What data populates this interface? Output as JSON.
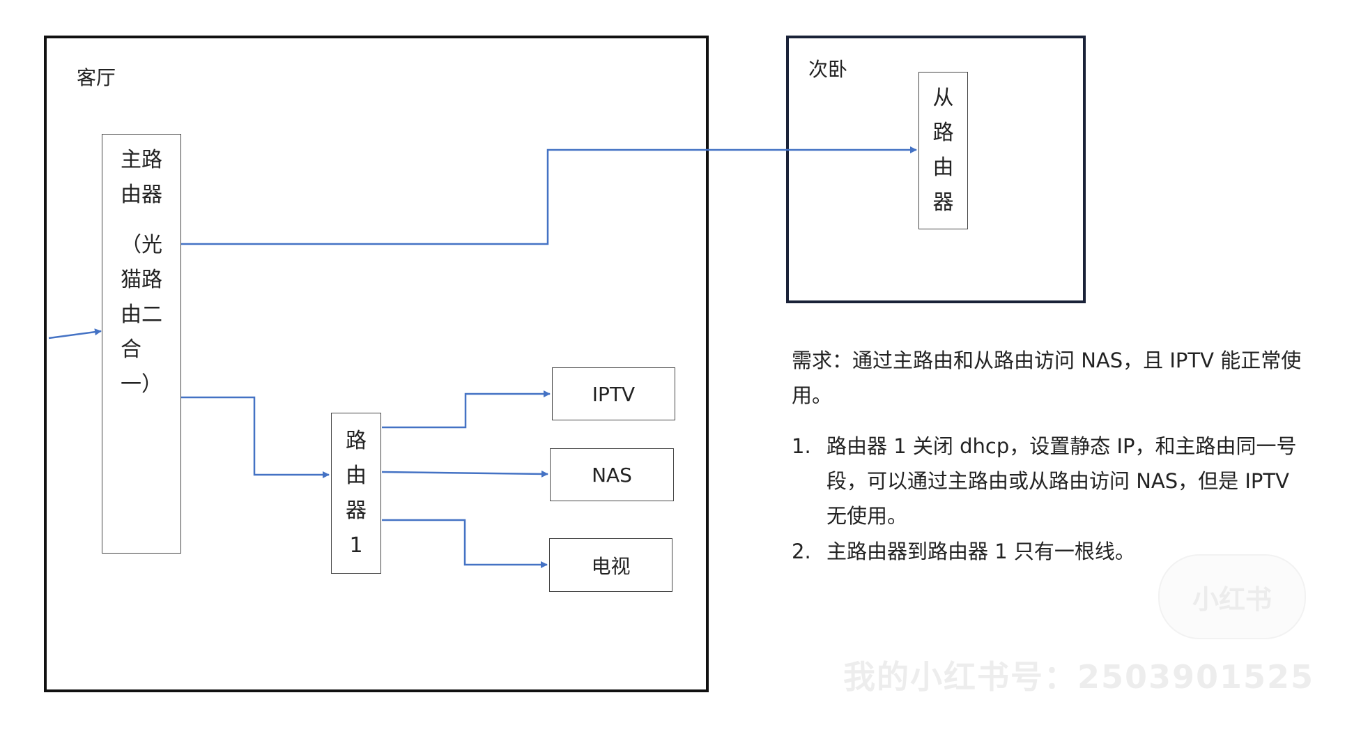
{
  "rooms": {
    "living_room": "客厅",
    "second_bedroom": "次卧"
  },
  "devices": {
    "main_router_lines": [
      "主路",
      "由器",
      "（光",
      "猫路",
      "由二",
      "合",
      "一）"
    ],
    "slave_router_lines": [
      "从",
      "路",
      "由",
      "器"
    ],
    "router1_lines": [
      "路",
      "由",
      "器",
      "1"
    ],
    "iptv": "IPTV",
    "nas": "NAS",
    "tv": "电视"
  },
  "requirement": {
    "line1": "需求：通过主路由和从路由访问 NAS，且 IPTV 能正常使",
    "line2": "用。"
  },
  "notes": [
    {
      "num": "1.",
      "lines": [
        "路由器 1 关闭 dhcp，设置静态 IP，和主路由同一号",
        "段，可以通过主路由或从路由访问 NAS，但是 IPTV",
        "无使用。"
      ]
    },
    {
      "num": "2.",
      "lines": [
        "主路由器到路由器 1 只有一根线。"
      ]
    }
  ],
  "watermark": {
    "logo": "小红书",
    "account": "我的小红书号：2503901525"
  },
  "colors": {
    "wire": "#4472c4",
    "border": "#111111"
  }
}
